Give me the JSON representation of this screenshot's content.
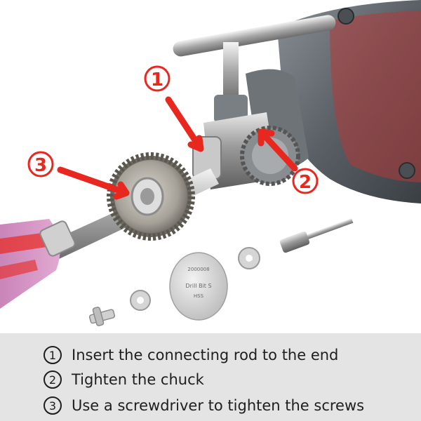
{
  "callouts": [
    {
      "label": "1",
      "color": "#e8281f"
    },
    {
      "label": "2",
      "color": "#e8281f"
    },
    {
      "label": "3",
      "color": "#e8281f"
    }
  ],
  "blade_text": {
    "line1": "2000008",
    "line2": "Drill Bit S",
    "line3": "HSS"
  },
  "steps": [
    {
      "number": "1",
      "text": "Insert the connecting rod to the end"
    },
    {
      "number": "2",
      "text": "Tighten the chuck"
    },
    {
      "number": "3",
      "text": "Use a screwdriver to tighten the screws"
    }
  ],
  "colors": {
    "accent": "#e8281f",
    "caption_background": "#e4e4e4",
    "caption_text": "#1e1e1e"
  }
}
